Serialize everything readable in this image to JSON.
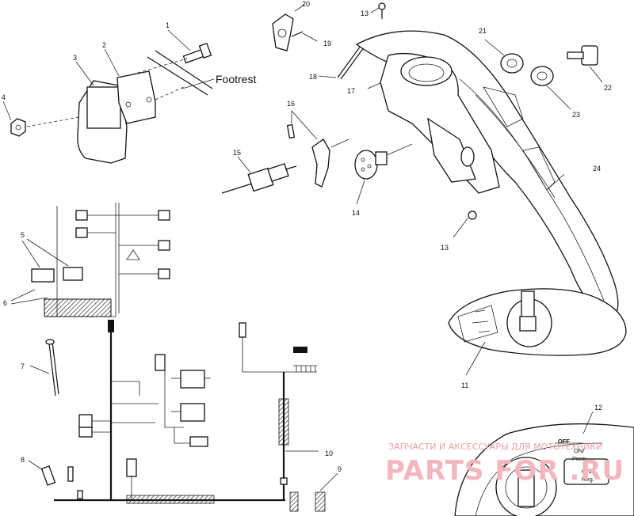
{
  "callouts": {
    "c1": "1",
    "c2": "2",
    "c3": "3",
    "c4": "4",
    "c5": "5",
    "c6": "6",
    "c7": "7",
    "c8": "8",
    "c9": "9",
    "c10": "10",
    "c11": "11",
    "c12": "12",
    "c13a": "13",
    "c13b": "13",
    "c14": "14",
    "c15": "15",
    "c16": "16",
    "c17": "17",
    "c18": "18",
    "c19": "19",
    "c20": "20",
    "c21": "21",
    "c22": "22",
    "c23": "23",
    "c24": "24"
  },
  "labels": {
    "footrest": "Footrest"
  },
  "switch_positions": {
    "off": "OFF",
    "on_prem_1": "ON/",
    "on_prem_2": "Prem",
    "on_reg_1": "ON/",
    "on_reg_2": "Reg."
  },
  "watermark": {
    "line1": "ЗАПЧАСТИ И АКСЕССУАРЫ ДЛЯ МОТОТЕХНИКИ",
    "brand": "PARTS FOR .RU"
  }
}
